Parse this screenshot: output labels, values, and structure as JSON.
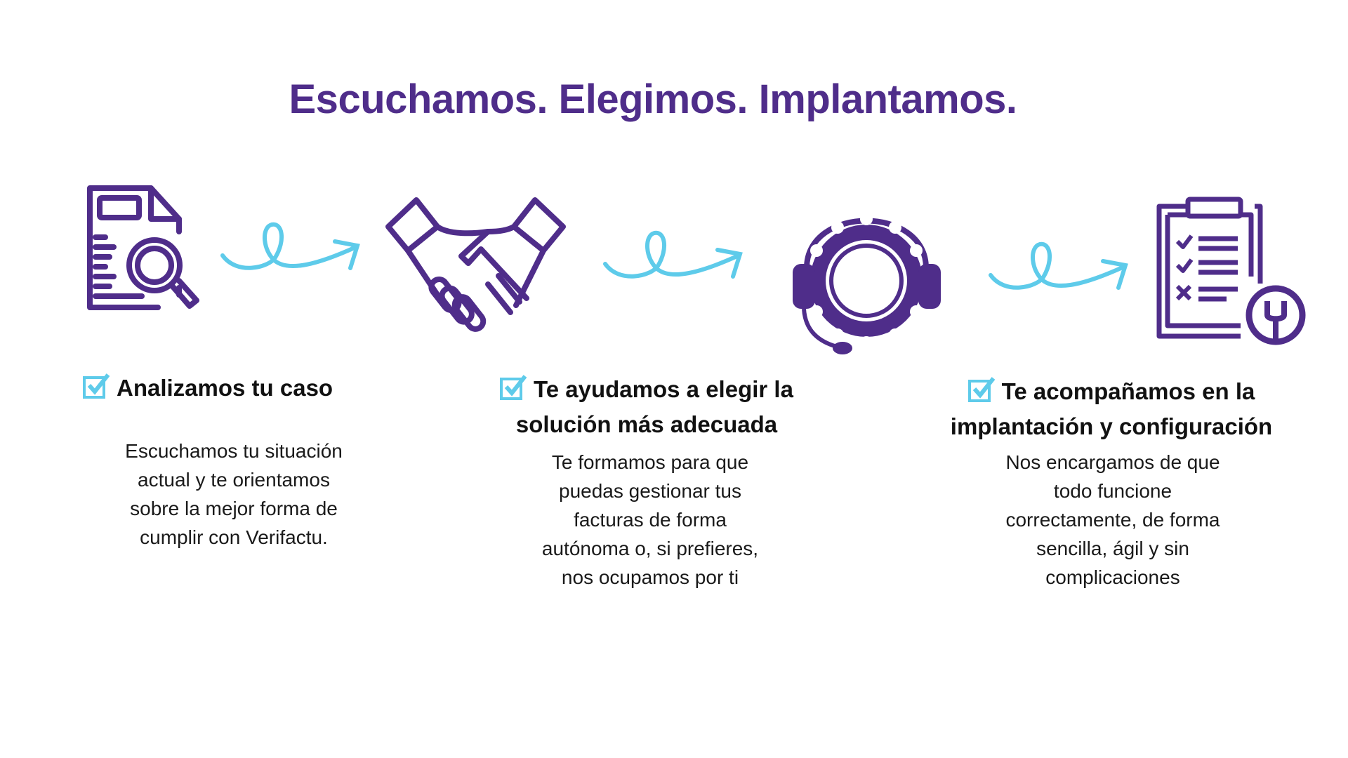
{
  "title": "Escuchamos. Elegimos. Implantamos.",
  "colors": {
    "primary": "#4f2d8a",
    "accent": "#5ecbea"
  },
  "steps": [
    {
      "icon": "document-search-icon",
      "heading": [
        "Analizamos tu caso"
      ],
      "body": [
        "Escuchamos tu situación",
        "actual y te orientamos",
        "sobre la mejor forma de",
        "cumplir con Verifactu."
      ]
    },
    {
      "icon": "handshake-icon",
      "heading": [
        "Te ayudamos a elegir la",
        "solución más adecuada"
      ],
      "body": [
        "Te formamos para que",
        "puedas gestionar tus",
        "facturas de forma",
        "autónoma o, si prefieres,",
        "nos ocupamos por ti"
      ]
    },
    {
      "icon": "headset-gear-icon",
      "heading": [
        "Te acompañamos en la",
        "implantación y configuración"
      ],
      "body": [
        "Nos encargamos de que",
        "todo funcione",
        "correctamente, de forma",
        "sencilla, ágil y sin",
        "complicaciones"
      ]
    },
    {
      "icon": "clipboard-wrench-icon"
    }
  ]
}
